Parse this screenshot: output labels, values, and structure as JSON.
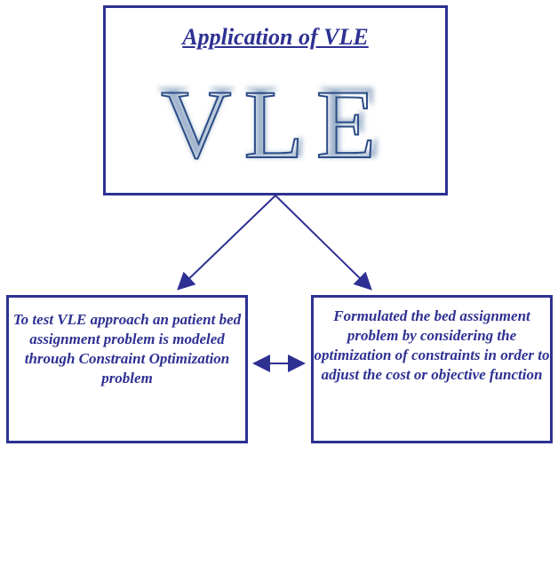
{
  "top": {
    "title": "Application of VLE",
    "logo_text": "VLE"
  },
  "left": {
    "text": "To test VLE approach an patient bed assignment problem is modeled through Constraint Optimization problem"
  },
  "right": {
    "text": "Formulated the bed assignment problem by considering the optimization of constraints in order to adjust the cost or objective function"
  },
  "colors": {
    "accent": "#2e3192"
  }
}
